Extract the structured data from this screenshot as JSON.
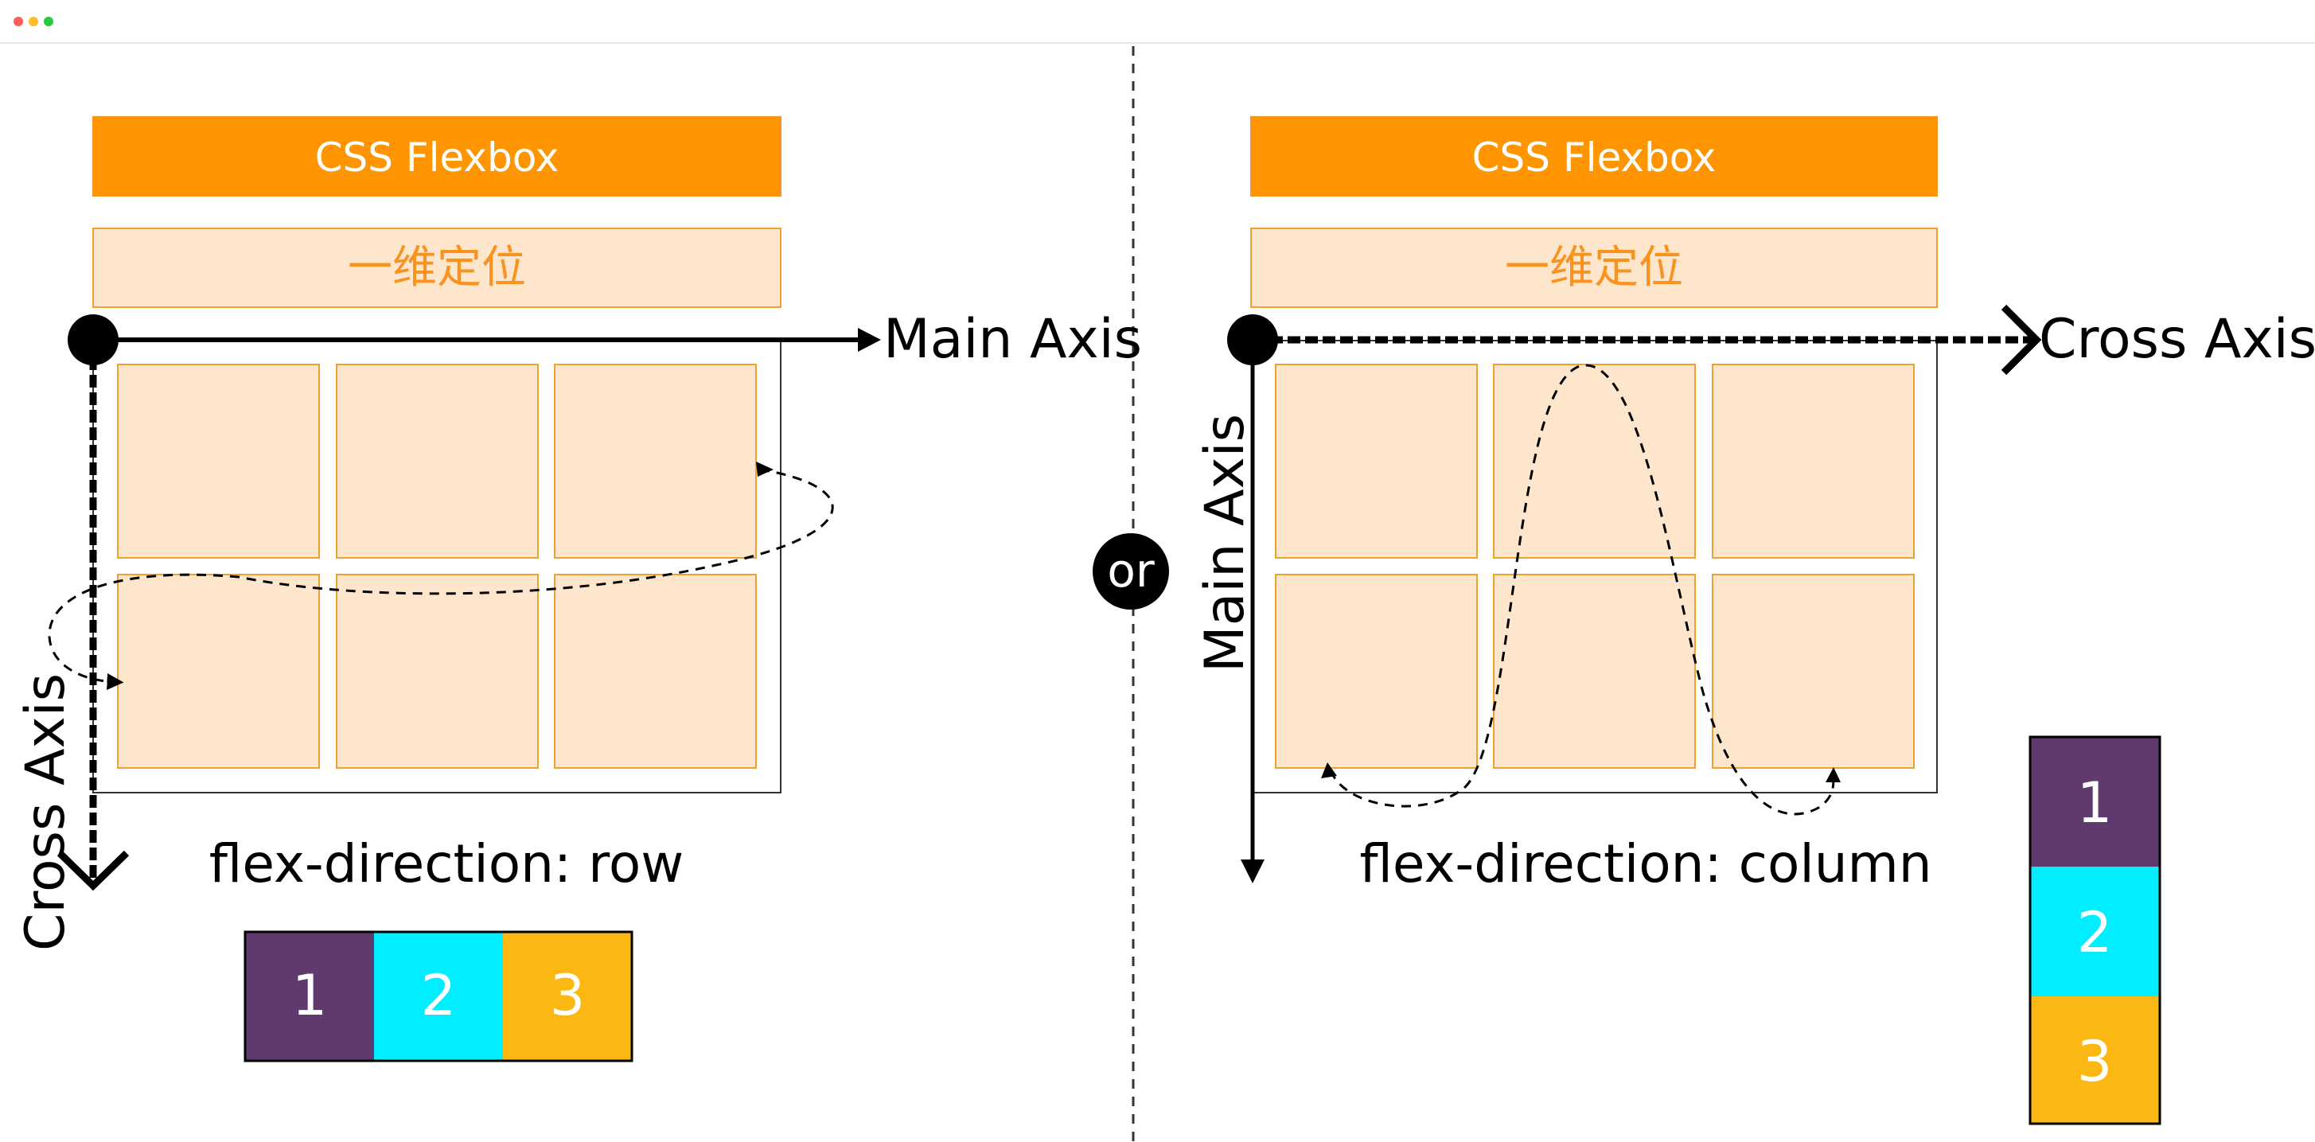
{
  "window": {
    "dot_colors": [
      "#ff5f57",
      "#febc2e",
      "#28c840"
    ]
  },
  "colors": {
    "header_orange": "#ff9500",
    "header_light": "#fde6cc",
    "box_border": "#f0a030",
    "accent_orange_text": "#f7931e",
    "item_purple": "#5e3a6e",
    "item_cyan": "#00eeff",
    "item_yellow": "#fbb812",
    "axis": "#000000"
  },
  "left": {
    "header_title": "CSS Flexbox",
    "subheader_title": "一维定位",
    "main_axis_label": "Main Axis",
    "cross_axis_label": "Cross Axis",
    "direction_label": "flex-direction: row",
    "order_items": [
      "1",
      "2",
      "3"
    ]
  },
  "divider": {
    "or_label": "or"
  },
  "right": {
    "header_title": "CSS Flexbox",
    "subheader_title": "一维定位",
    "main_axis_label": "Main Axis",
    "cross_axis_label": "Cross Axis",
    "direction_label": "flex-direction: column",
    "order_items": [
      "1",
      "2",
      "3"
    ]
  }
}
